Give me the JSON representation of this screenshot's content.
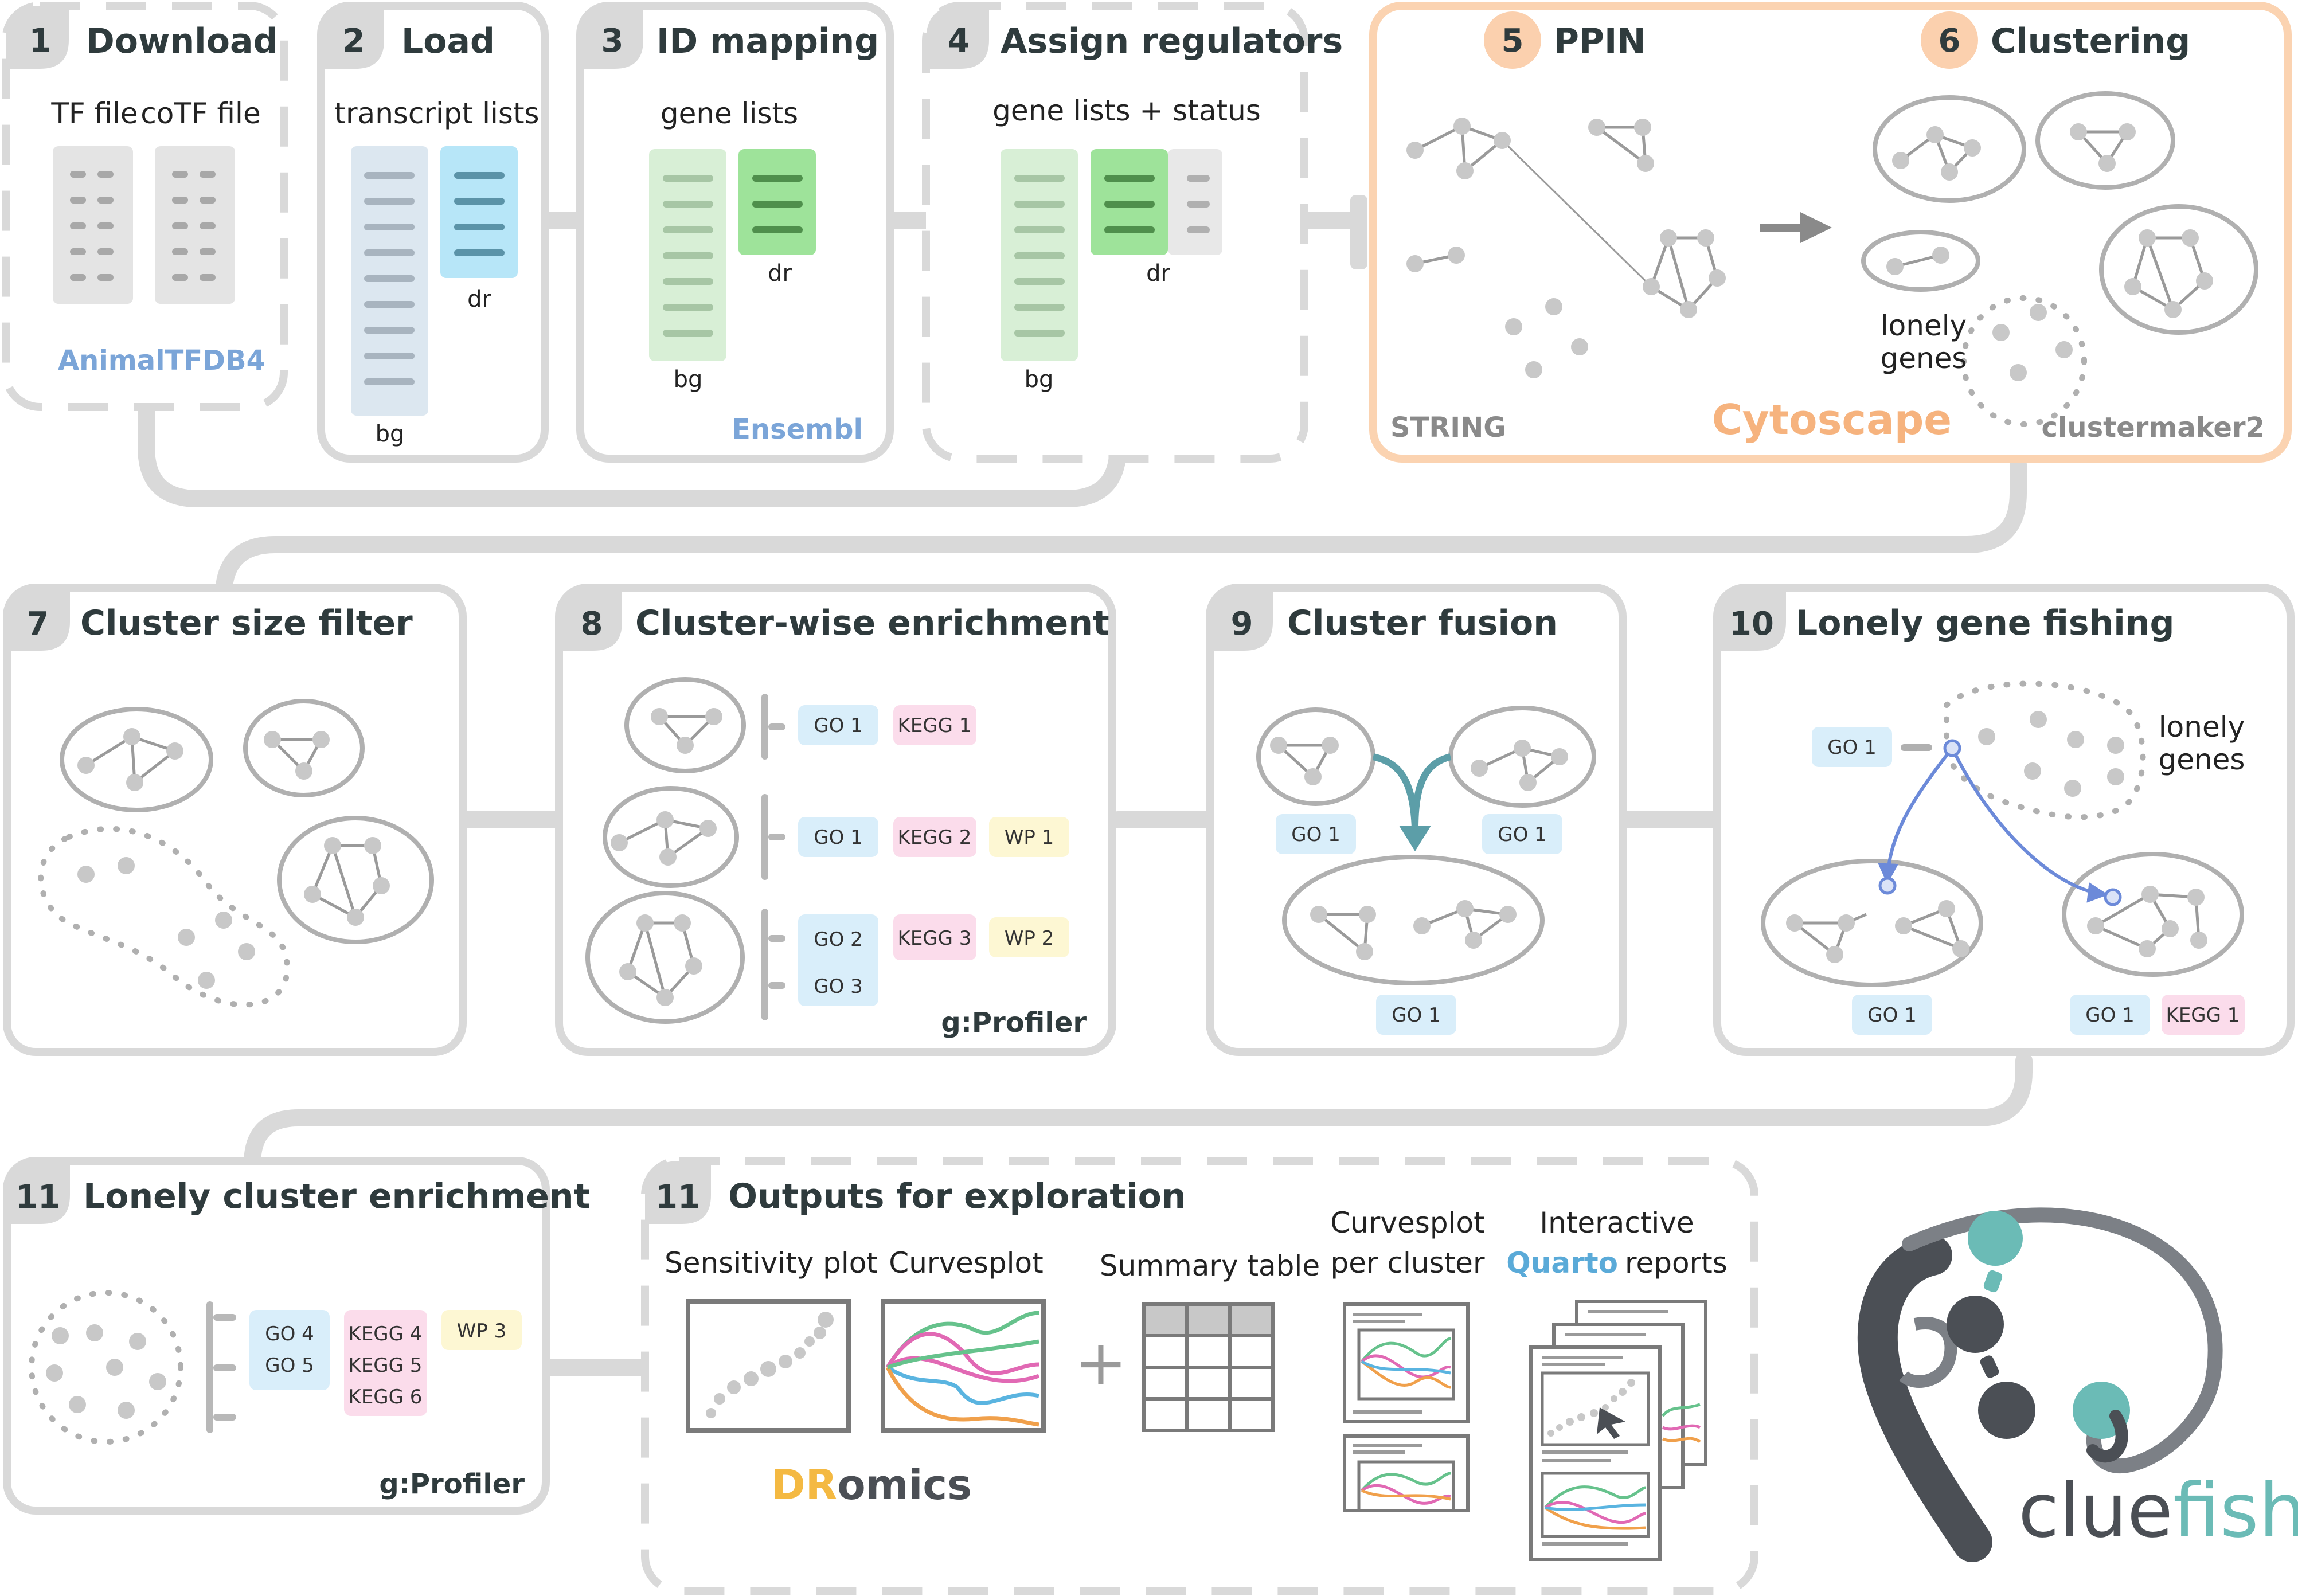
{
  "steps": {
    "s1": {
      "num": "1",
      "title": "Download",
      "tf": "TF file",
      "cotf": "coTF file",
      "source": "AnimalTFDB4"
    },
    "s2": {
      "num": "2",
      "title": "Load",
      "subtitle": "transcript lists",
      "bg": "bg",
      "dr": "dr"
    },
    "s3": {
      "num": "3",
      "title": "ID mapping",
      "subtitle": "gene lists",
      "bg": "bg",
      "dr": "dr",
      "source": "Ensembl"
    },
    "s4": {
      "num": "4",
      "title": "Assign regulators",
      "subtitle": "gene lists + status",
      "bg": "bg",
      "dr": "dr"
    },
    "s5": {
      "num": "5",
      "title": "PPIN",
      "source": "STRING"
    },
    "s6": {
      "num": "6",
      "title": "Clustering",
      "lonely": "lonely",
      "genes": "genes",
      "source": "clustermaker2"
    },
    "cytoscape": "Cytoscape",
    "s7": {
      "num": "7",
      "title": "Cluster size filter"
    },
    "s8": {
      "num": "8",
      "title": "Cluster-wise enrichment",
      "source": "g:Profiler",
      "chips": {
        "go1a": "GO 1",
        "kegg1": "KEGG 1",
        "go1b": "GO 1",
        "kegg2": "KEGG 2",
        "wp1": "WP 1",
        "go2": "GO 2",
        "go3": "GO 3",
        "kegg3": "KEGG 3",
        "wp2": "WP 2"
      }
    },
    "s9": {
      "num": "9",
      "title": "Cluster fusion",
      "chips": {
        "left": "GO 1",
        "right": "GO 1",
        "bottom": "GO 1"
      }
    },
    "s10": {
      "num": "10",
      "title": "Lonely gene fishing",
      "lonely": "lonely",
      "genes": "genes",
      "chips": {
        "top": "GO 1",
        "bl": "GO 1",
        "br1": "GO 1",
        "br2": "KEGG 1"
      }
    },
    "s11a": {
      "num": "11",
      "title": "Lonely cluster enrichment",
      "source": "g:Profiler",
      "chips": {
        "go4": "GO 4",
        "go5": "GO 5",
        "kegg4": "KEGG 4",
        "kegg5": "KEGG 5",
        "kegg6": "KEGG 6",
        "wp3": "WP 3"
      }
    },
    "s11b": {
      "num": "11",
      "title": "Outputs for exploration",
      "sensitivity": "Sensitivity plot",
      "curvesplot": "Curvesplot",
      "summary": "Summary table",
      "curves_cluster_1": "Curvesplot",
      "curves_cluster_2": "per cluster",
      "interactive": "Interactive",
      "quarto": "Quarto",
      "reports": "reports",
      "dromics_a": "DR",
      "dromics_b": "omics"
    }
  },
  "logo": {
    "clue": "clue",
    "fish": "fish"
  },
  "colors": {
    "frame": "#d9d9d9",
    "gray_node": "#c8c8c8",
    "edge": "#9a9a9a",
    "orange_frame": "#fbd3b1",
    "orange_badge": "#fbd0ae",
    "orange_text": "#f6b37e",
    "blue_src": "#7ba5d8",
    "green_list": "#d8efd6",
    "green_list_dark": "#9ee39a",
    "blue_list": "#b7e6f8",
    "blue_bg_list": "#dce7f0",
    "chip_go": "#d9eefa",
    "chip_kegg": "#fbdceb",
    "chip_wp": "#fdf7d3",
    "teal": "#6bbbb6",
    "curve_blue": "#6c8ad9",
    "arrow_teal": "#5c9ea8",
    "logo_dark": "#4b4f55"
  }
}
